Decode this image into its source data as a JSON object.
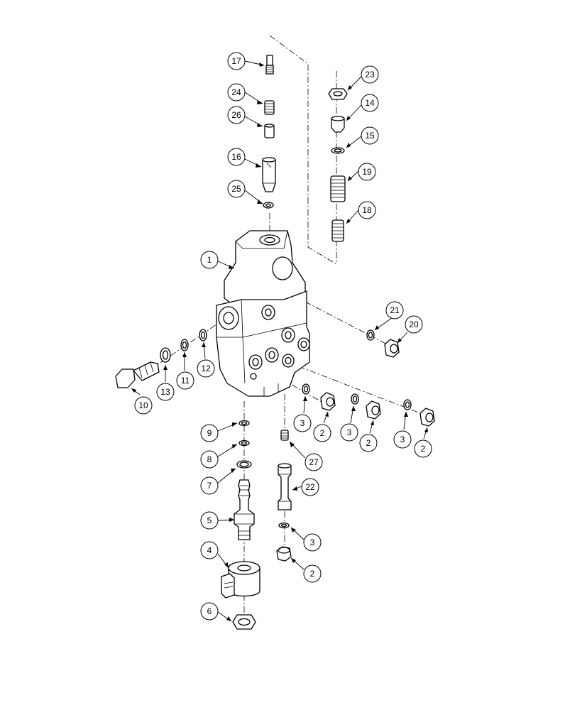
{
  "callouts": [
    {
      "id": "17",
      "label": "17"
    },
    {
      "id": "24",
      "label": "24"
    },
    {
      "id": "26",
      "label": "26"
    },
    {
      "id": "16",
      "label": "16"
    },
    {
      "id": "25",
      "label": "25"
    },
    {
      "id": "1",
      "label": "1"
    },
    {
      "id": "23",
      "label": "23"
    },
    {
      "id": "14",
      "label": "14"
    },
    {
      "id": "15",
      "label": "15"
    },
    {
      "id": "19",
      "label": "19"
    },
    {
      "id": "18",
      "label": "18"
    },
    {
      "id": "21",
      "label": "21"
    },
    {
      "id": "20",
      "label": "20"
    },
    {
      "id": "10",
      "label": "10"
    },
    {
      "id": "13",
      "label": "13"
    },
    {
      "id": "11",
      "label": "11"
    },
    {
      "id": "12",
      "label": "12"
    },
    {
      "id": "3a",
      "label": "3"
    },
    {
      "id": "2a",
      "label": "2"
    },
    {
      "id": "3b",
      "label": "3"
    },
    {
      "id": "2b",
      "label": "2"
    },
    {
      "id": "3c",
      "label": "3"
    },
    {
      "id": "2c",
      "label": "2"
    },
    {
      "id": "9",
      "label": "9"
    },
    {
      "id": "8",
      "label": "8"
    },
    {
      "id": "7",
      "label": "7"
    },
    {
      "id": "27",
      "label": "27"
    },
    {
      "id": "22",
      "label": "22"
    },
    {
      "id": "5",
      "label": "5"
    },
    {
      "id": "3d",
      "label": "3"
    },
    {
      "id": "4",
      "label": "4"
    },
    {
      "id": "2d",
      "label": "2"
    },
    {
      "id": "6",
      "label": "6"
    }
  ]
}
